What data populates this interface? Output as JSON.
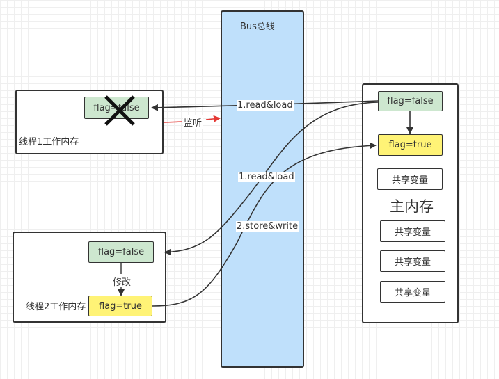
{
  "bus": {
    "label": "Bus总线"
  },
  "thread1": {
    "label": "线程1工作内存",
    "flag": "flag=false",
    "listen": "监听"
  },
  "thread2": {
    "label": "线程2工作内存",
    "flag_old": "flag=false",
    "modify": "修改",
    "flag_new": "flag=true"
  },
  "main_memory": {
    "title": "主内存",
    "flag_old": "flag=false",
    "flag_new": "flag=true",
    "shared_vars": [
      "共享变量",
      "共享变量",
      "共享变量",
      "共享变量"
    ]
  },
  "edges": {
    "read_load_1": "1.read&load",
    "read_load_2": "1.read&load",
    "store_write": "2.store&write"
  },
  "colors": {
    "bus_fill": "#bfe0fb",
    "flag_false_fill": "#cde7cf",
    "flag_true_fill": "#fff376",
    "listen_arrow": "#e53935"
  }
}
